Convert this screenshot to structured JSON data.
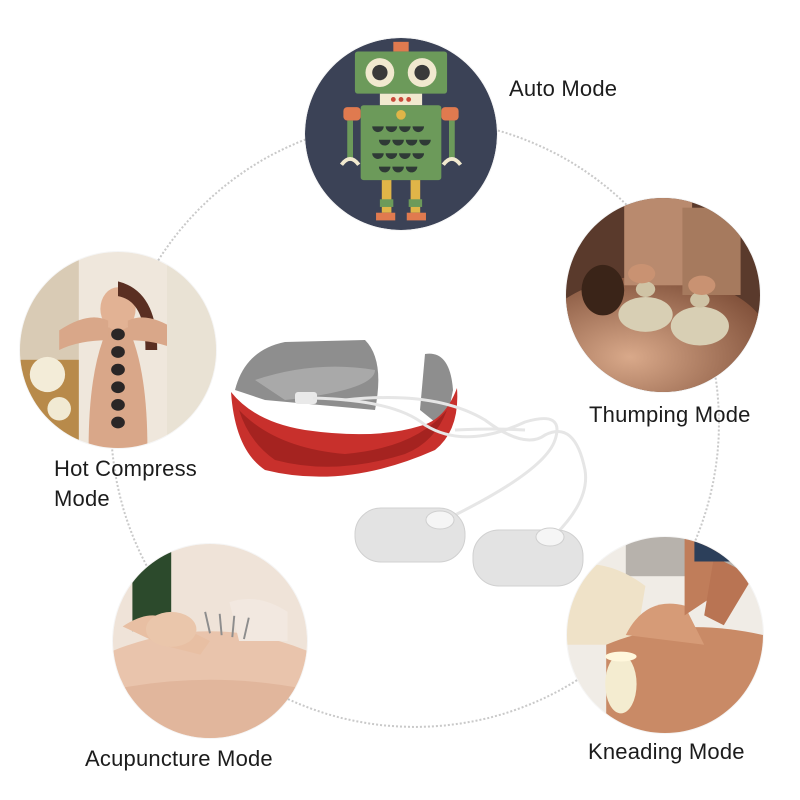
{
  "modes": {
    "auto": {
      "label": "Auto Mode",
      "icon": "robot-icon"
    },
    "thumping": {
      "label": "Thumping Mode",
      "icon": "thumping-massage-photo"
    },
    "hot_compress": {
      "label_line1": "Hot Compress",
      "label_line2": "Mode",
      "icon": "hot-stone-massage-photo"
    },
    "acupuncture": {
      "label": "Acupuncture Mode",
      "icon": "acupuncture-photo"
    },
    "kneading": {
      "label": "Kneading Mode",
      "icon": "kneading-massage-photo"
    }
  },
  "product": {
    "icon": "neck-massager-device"
  },
  "colors": {
    "device_red": "#c8302c",
    "device_grey": "#8e8e8e",
    "robot_bg": "#3b4256",
    "robot_green": "#6c9a5a",
    "text": "#1c1c1c",
    "ring": "#c9c9c9"
  }
}
